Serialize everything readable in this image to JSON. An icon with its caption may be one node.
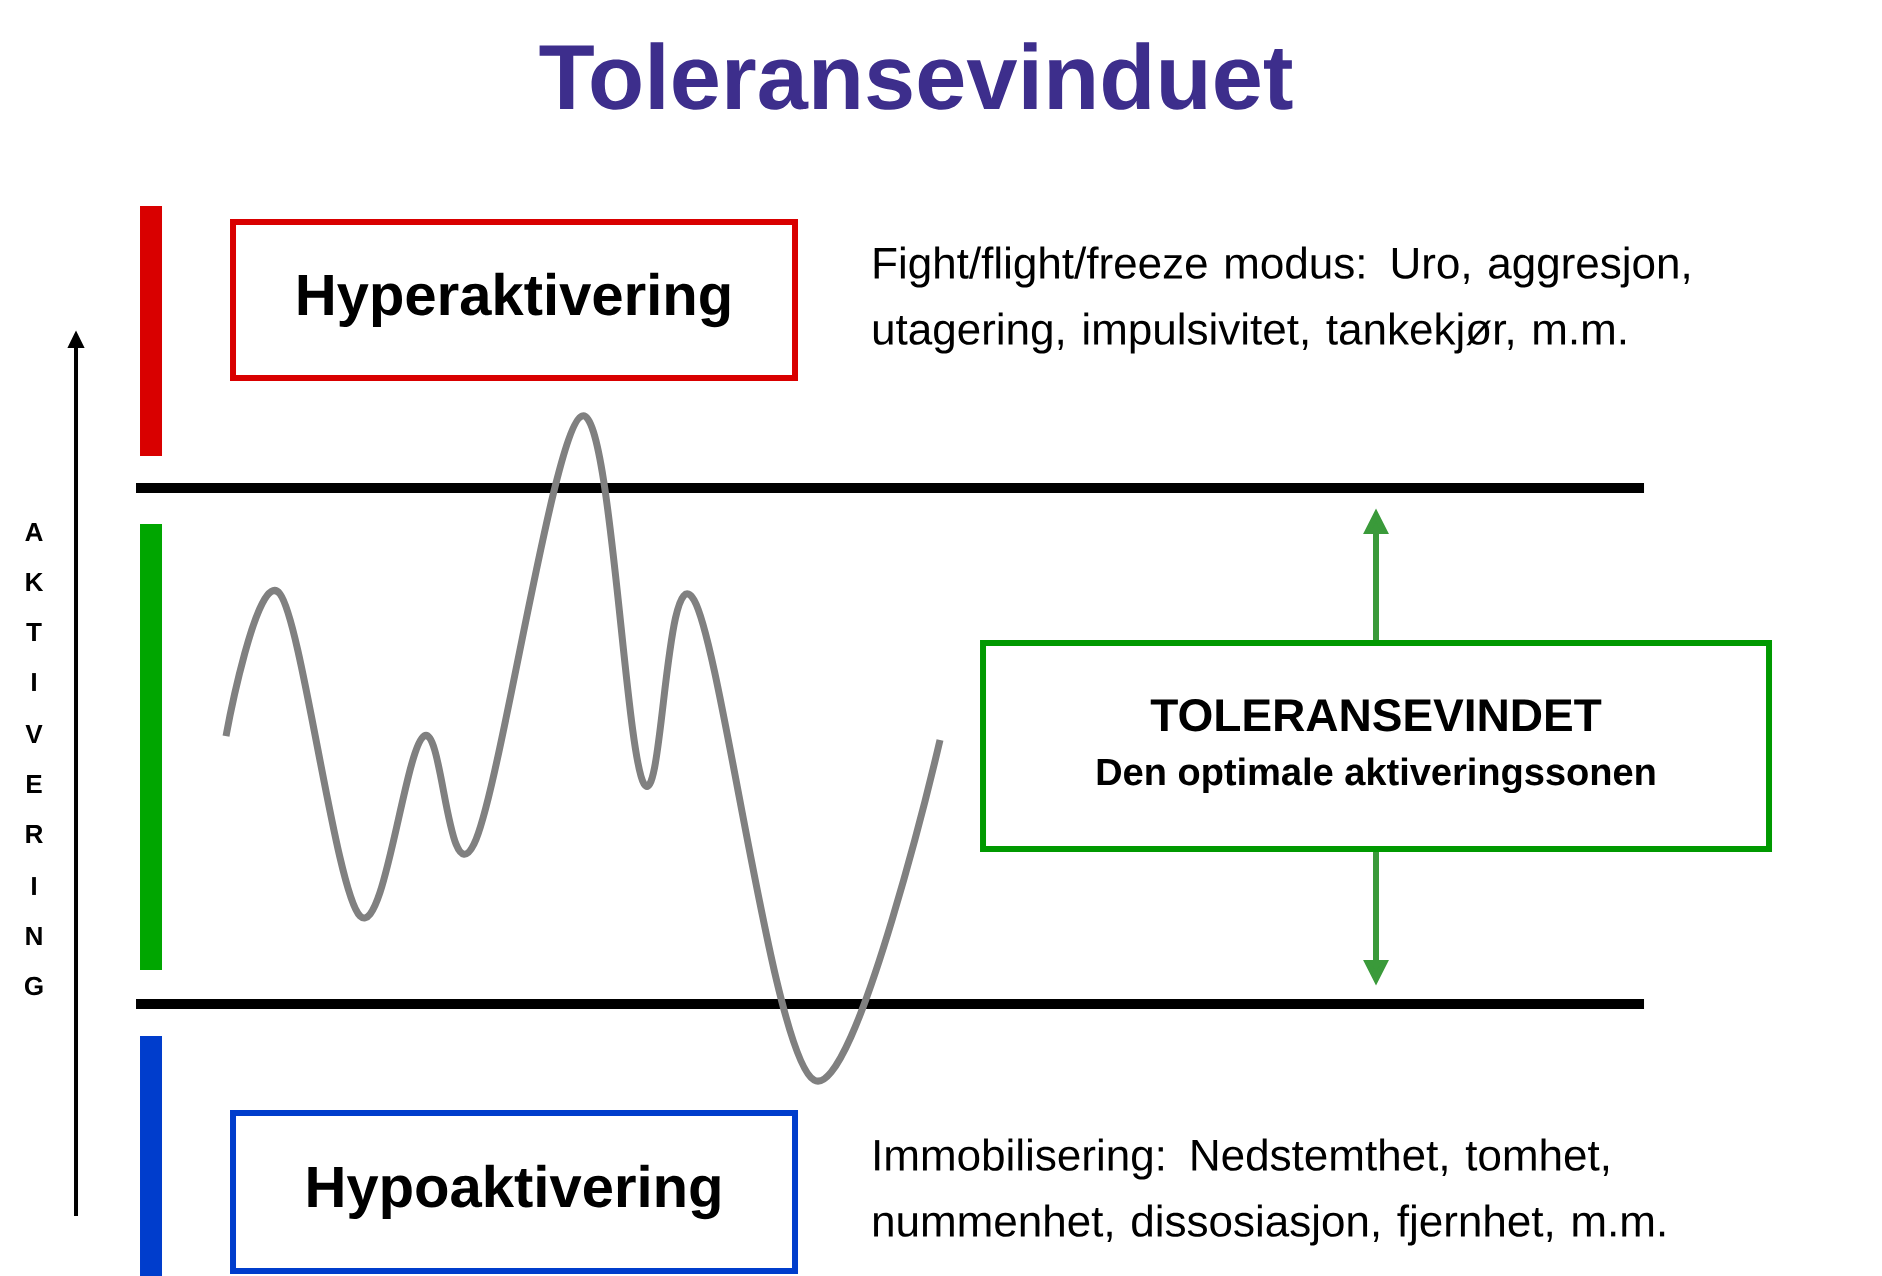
{
  "diagram": {
    "title": "Toleransevinduet",
    "nodes": [
      {
        "text": [
          "Hyperaktivering"
        ],
        "beside": [
          "Fight/flight/freeze modus: Uro, aggresjon, utagering, impulsivitet, tankekjør, m.m."
        ]
      },
      {
        "text": [
          "TOLERANSEVINDET",
          "Den optimale aktiveringssonen"
        ]
      },
      {
        "text": [
          "Hypoaktivering"
        ],
        "beside": [
          "Immobilisering: Nedstemthet, tomhet, nummenhet, dissosiasjon, fjernhet, m.m."
        ]
      }
    ],
    "edges": [
      {
        "from": 1,
        "to": null,
        "arrow": "to",
        "color": "#3a9a3a"
      },
      {
        "from": 1,
        "to": null,
        "arrow": "to",
        "color": "#3a9a3a"
      }
    ],
    "labels": [
      "A",
      "K",
      "T",
      "I",
      "V",
      "E",
      "R",
      "I",
      "N",
      "G"
    ]
  }
}
